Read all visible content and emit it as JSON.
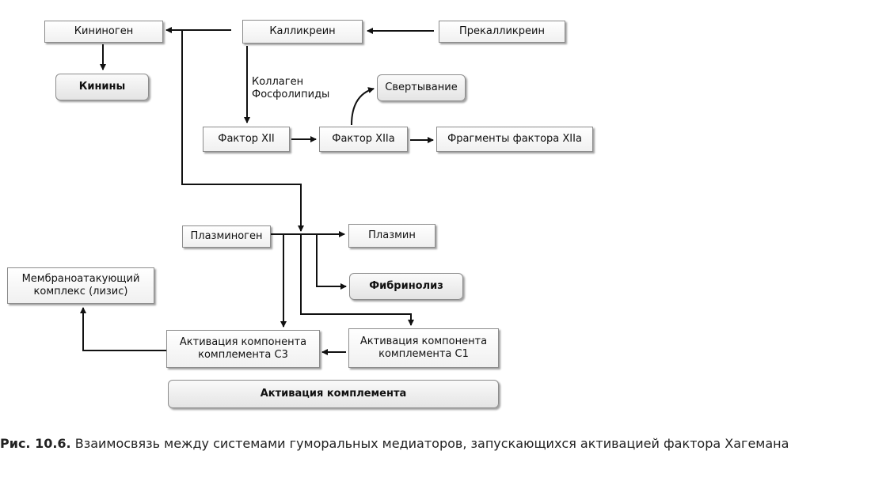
{
  "nodes": {
    "kininogen": "Кининоген",
    "kallikrein": "Калликреин",
    "prekallikrein": "Прекалликреин",
    "kinins": "Кинины",
    "collagen_label": "Коллаген",
    "phospholipids_label": "Фосфолипиды",
    "clotting": "Свертывание",
    "factor_xii": "Фактор XII",
    "factor_xiia": "Фактор XIIa",
    "factor_xiia_fragments": "Фрагменты фактора XIIa",
    "plasminogen": "Плазминоген",
    "plasmin": "Плазмин",
    "fibrinolysis": "Фибринолиз",
    "mac_line1": "Мембраноатакующий",
    "mac_line2": "комплекс (лизис)",
    "c3_line1": "Активация компонента",
    "c3_line2": "комплемента С3",
    "c1_line1": "Активация компонента",
    "c1_line2": "комплемента С1",
    "complement_activation": "Активация комплемента"
  },
  "caption": {
    "lead": "Рис. 10.6.",
    "text": " Взаимосвязь между системами гуморальных медиаторов, запускающихся активацией фактора Хагемана"
  }
}
